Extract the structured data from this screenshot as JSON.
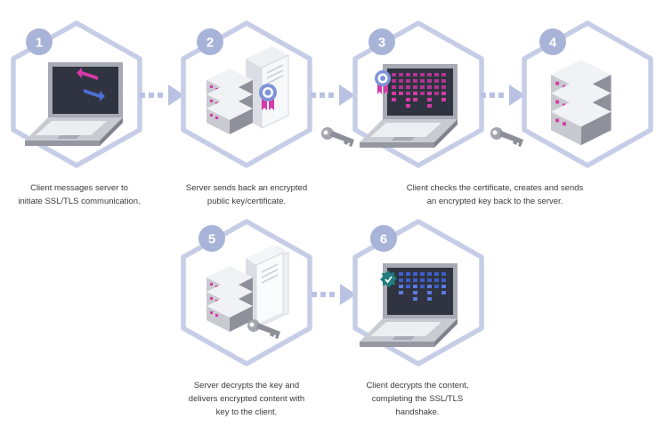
{
  "steps": [
    {
      "number": "1",
      "caption": [
        "Client messages server to",
        "initiate SSL/TLS communication."
      ]
    },
    {
      "number": "2",
      "caption": [
        "Server sends back an encrypted",
        "public key/certificate."
      ]
    },
    {
      "number": "3",
      "caption": [
        "Client checks the certificate, creates and sends",
        "an encrypted key back to the server."
      ]
    },
    {
      "number": "4",
      "caption": []
    },
    {
      "number": "5",
      "caption": [
        "Server decrypts the key and",
        "delivers encrypted content with",
        "key to the client."
      ]
    },
    {
      "number": "6",
      "caption": [
        "Client decrypts the content,",
        "completing the SSL/TLS",
        "handshake."
      ]
    }
  ],
  "colors": {
    "hex_outline": "#c6cde6",
    "badge": "#a8b3d8",
    "connector": "#b9c2e2",
    "laptop_body": "#a7a9b3",
    "laptop_screen": "#2f3440",
    "accent_magenta": "#d53aa6",
    "accent_blue": "#4d6fd6",
    "teal_badge": "#1f7d80",
    "server_light": "#e2e3e8",
    "server_dark": "#8e909a",
    "key_gray": "#8c8f98"
  },
  "icons": [
    "laptop-icon",
    "server-icon",
    "certificate-icon",
    "key-icon",
    "arrows-icon",
    "seal-icon"
  ]
}
